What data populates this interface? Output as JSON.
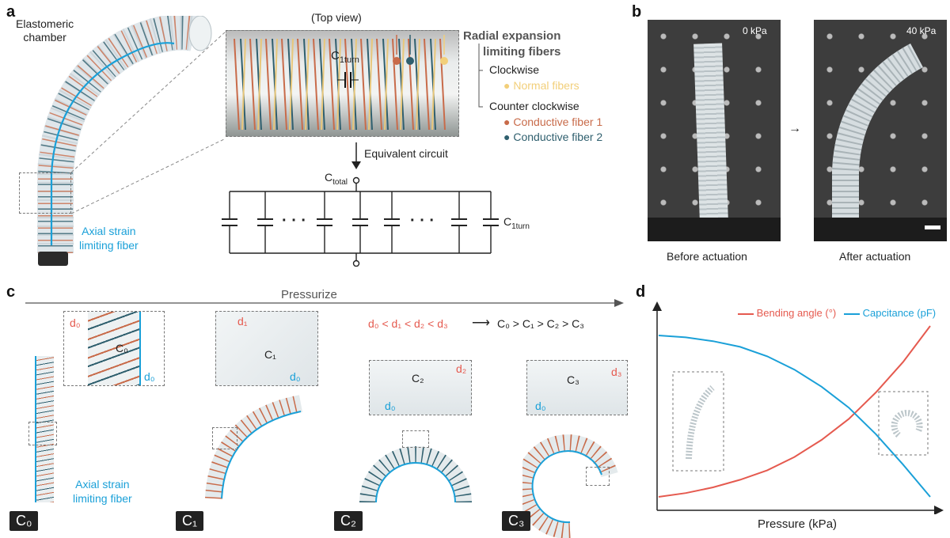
{
  "panels": {
    "a": "a",
    "b": "b",
    "c": "c",
    "d": "d"
  },
  "a": {
    "top_view": "(Top view)",
    "elastomeric_chamber": [
      "Elastomeric",
      "chamber"
    ],
    "axial_fiber": [
      "Axial strain",
      "limiting fiber"
    ],
    "c1turn_main": "C",
    "c1turn_sub": "1turn",
    "radial_title": [
      "Radial expansion",
      "limiting fibers"
    ],
    "clockwise": "Clockwise",
    "normal_fibers": "Normal fibers",
    "counter_clockwise": "Counter clockwise",
    "conductive1": "Conductive fiber 1",
    "conductive2": "Conductive fiber 2",
    "equivalent_circuit": "Equivalent circuit",
    "ctotal_main": "C",
    "ctotal_sub": "total",
    "dots": "· · ·",
    "colors": {
      "normal": "#f2cf7a",
      "cond1": "#c86b4a",
      "cond2": "#2f5f6e",
      "axial": "#1aa0d8"
    }
  },
  "b": {
    "p0": "0 kPa",
    "p40": "40 kPa",
    "before": "Before actuation",
    "after": "After actuation"
  },
  "c": {
    "pressurize": "Pressurize",
    "inequality_d": "d₀ < d₁ < d₂ < d₃",
    "inequality_c": "C₀ > C₁ > C₂ > C₃",
    "axial_fiber": [
      "Axial strain",
      "limiting fiber"
    ],
    "d0": "d₀",
    "d1": "d₁",
    "d2": "d₂",
    "d3": "d₃",
    "c0": "C₀",
    "c1": "C₁",
    "c2": "C₂",
    "c3": "C₃"
  },
  "d": {
    "legend_bending": "Bending angle (°)",
    "legend_cap": "Capcitance (pF)",
    "xlabel": "Pressure (kPa)"
  },
  "chart_data": {
    "type": "line",
    "xlabel": "Pressure (kPa)",
    "ylabel": "",
    "x": [
      0,
      0.1,
      0.2,
      0.3,
      0.4,
      0.5,
      0.6,
      0.7,
      0.8,
      0.9,
      1.0
    ],
    "series": [
      {
        "name": "Bending angle (°)",
        "color": "#e55a4f",
        "values": [
          0.05,
          0.07,
          0.1,
          0.14,
          0.19,
          0.26,
          0.35,
          0.46,
          0.6,
          0.76,
          0.95
        ]
      },
      {
        "name": "Capcitance (pF)",
        "color": "#1aa0d8",
        "values": [
          0.9,
          0.89,
          0.87,
          0.84,
          0.79,
          0.72,
          0.63,
          0.52,
          0.38,
          0.22,
          0.05
        ]
      }
    ],
    "xticks": [],
    "yticks": [],
    "grid": false,
    "legend": "top"
  }
}
